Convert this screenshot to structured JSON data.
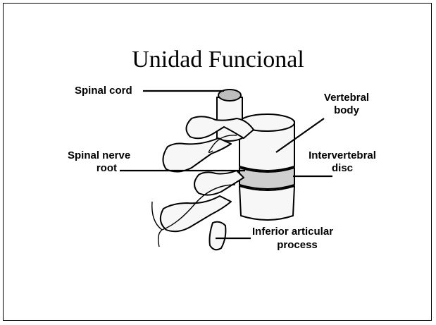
{
  "slide": {
    "title": "Unidad Funcional",
    "labels": {
      "spinal_cord": "Spinal cord",
      "vertebral_body_1": "Vertebral",
      "vertebral_body_2": "body",
      "spinal_nerve_root_1": "Spinal nerve",
      "spinal_nerve_root_2": "root",
      "intervertebral_disc_1": "Intervertebral",
      "intervertebral_disc_2": "disc",
      "inferior_articular_process_1": "Inferior articular",
      "inferior_articular_process_2": "process"
    },
    "colors": {
      "ink": "#000000",
      "bone": "#f7f7f7",
      "shade": "#cfcfcf",
      "background": "#ffffff"
    }
  }
}
